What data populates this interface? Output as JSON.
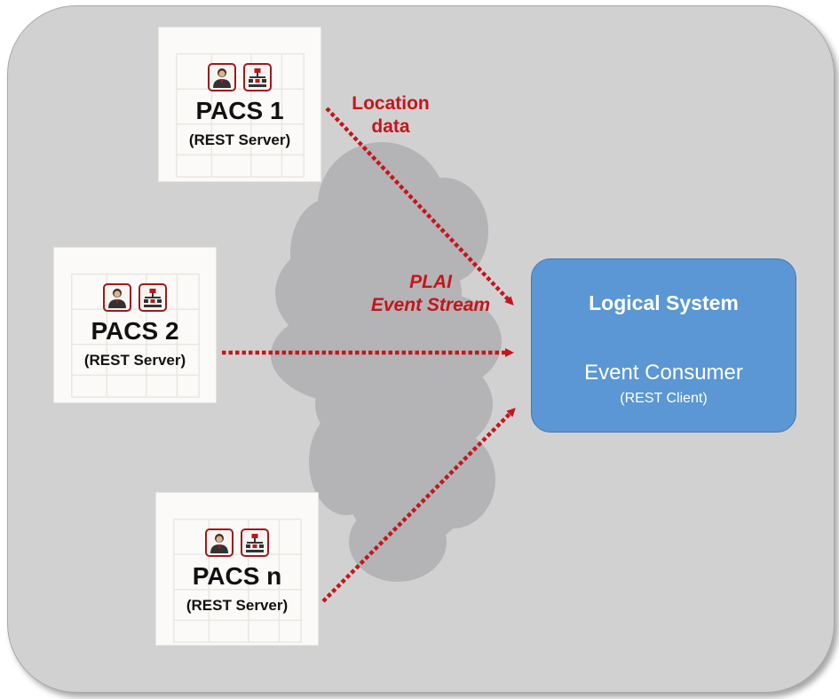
{
  "pacs": [
    {
      "name": "PACS 1",
      "role": "(REST Server)"
    },
    {
      "name": "PACS 2",
      "role": "(REST Server)"
    },
    {
      "name": "PACS n",
      "role": "(REST Server)"
    }
  ],
  "labels": {
    "location_line1": "Location",
    "location_line2": "data",
    "stream_line1": "PLAI",
    "stream_line2": "Event Stream"
  },
  "consumer": {
    "title": "Logical System",
    "subtitle": "Event Consumer",
    "role": "(REST Client)"
  },
  "icons": [
    "person-icon",
    "hierarchy-icon"
  ],
  "colors": {
    "panel": "#d2d1d1",
    "cloud": "#b4b3b5",
    "arrow": "#c4161c",
    "consumer_box": "#5a97d4",
    "icon_border": "#9d1b1b"
  }
}
